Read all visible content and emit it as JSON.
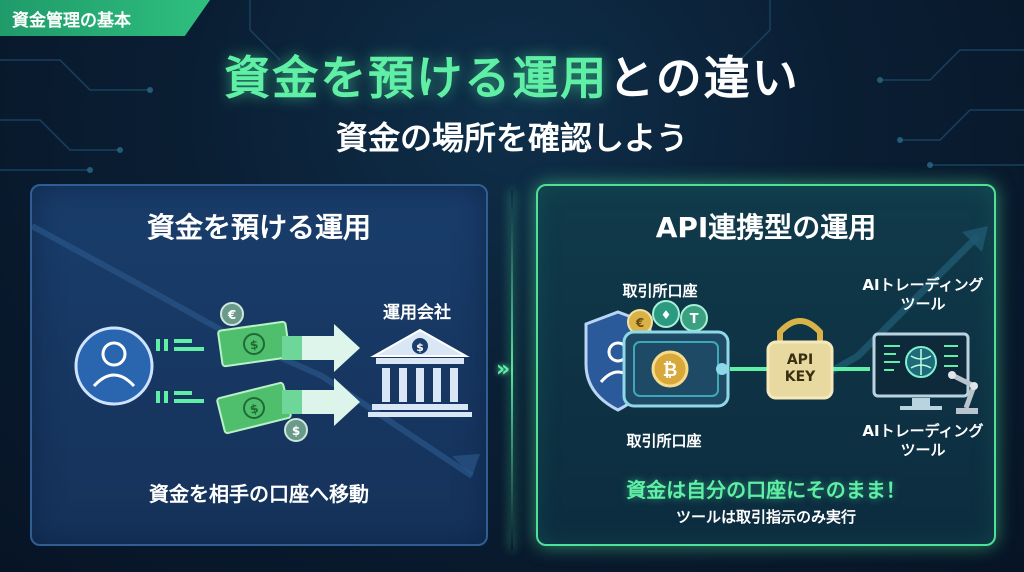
{
  "tag": "資金管理の基本",
  "title": {
    "highlight": "資金を預ける運用",
    "rest": "との違い"
  },
  "subtitle": "資金の場所を確認しよう",
  "left_panel": {
    "title": "資金を預ける運用",
    "company_label": "運用会社",
    "caption": "資金を相手の口座へ移動"
  },
  "right_panel": {
    "title": "API連携型の運用",
    "exchange_label_top": "取引所口座",
    "exchange_label_bottom": "取引所口座",
    "tool_label_top_line1": "AIトレーディング",
    "tool_label_top_line2": "ツール",
    "tool_label_bottom_line1": "AIトレーディング",
    "tool_label_bottom_line2": "ツール",
    "lock_text_line1": "API",
    "lock_text_line2": "KEY",
    "caption_main": "資金は自分の口座にそのまま！",
    "caption_sub": "ツールは取引指示のみ実行"
  },
  "colors": {
    "accent_green": "#5ff0a5",
    "left_panel_bg": "#193d6b",
    "right_panel_border": "#4fe09a",
    "gold": "#d9b24a"
  },
  "icons": [
    "user-icon",
    "bank-icon",
    "banknote-icon",
    "coin-icon",
    "shield-icon",
    "wallet-icon",
    "bitcoin-icon",
    "padlock-icon",
    "monitor-icon",
    "brain-icon",
    "robot-arm-icon",
    "chevron-right-icon"
  ]
}
